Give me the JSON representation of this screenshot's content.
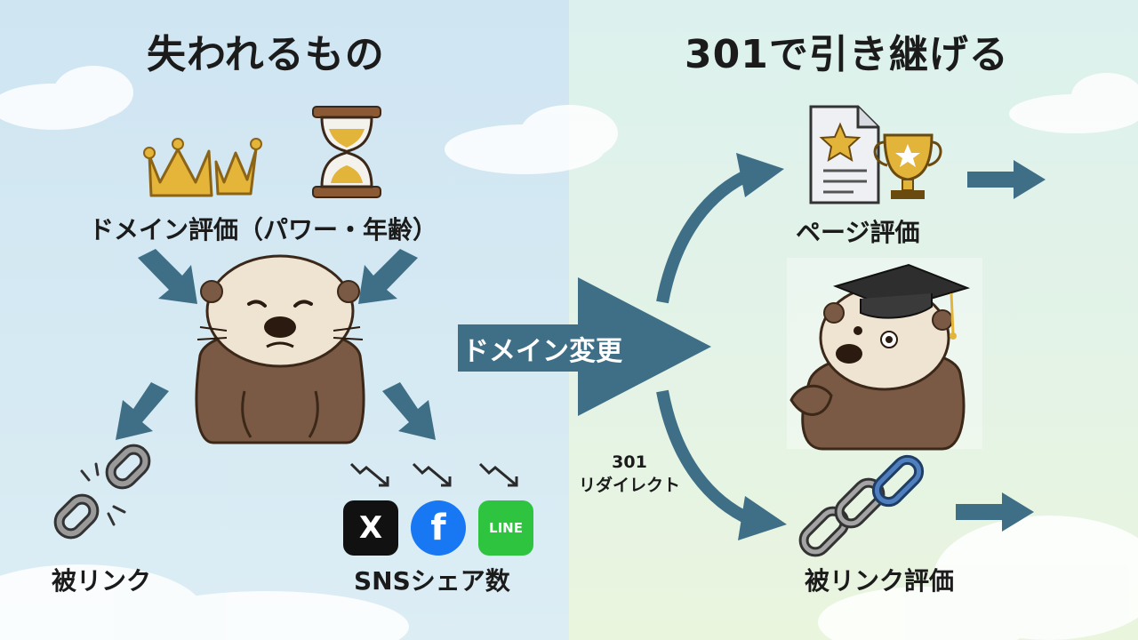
{
  "lost": {
    "title": "失われるもの",
    "domain_eval_label": "ドメイン評価（パワー・年齢）",
    "backlinks_label": "被リンク",
    "sns_label": "SNSシェア数",
    "sns": [
      {
        "name": "x-logo-icon",
        "glyph": "X",
        "color": "#111111"
      },
      {
        "name": "facebook-logo-icon",
        "glyph": "f",
        "color": "#1877f2"
      },
      {
        "name": "line-logo-icon",
        "glyph": "LINE",
        "color": "#2fc43f"
      }
    ]
  },
  "transfer": {
    "arrow_label": "ドメイン変更",
    "redirect_label_line1": "301",
    "redirect_label_line2": "リダイレクト"
  },
  "kept": {
    "title": "301で引き継げる",
    "page_eval_label": "ページ評価",
    "backlink_eval_label": "被リンク評価"
  },
  "colors": {
    "arrow": "#3f6f86",
    "gold": "#e2b43a",
    "otter_fur": "#7a5a45",
    "otter_face": "#efe4d2"
  }
}
